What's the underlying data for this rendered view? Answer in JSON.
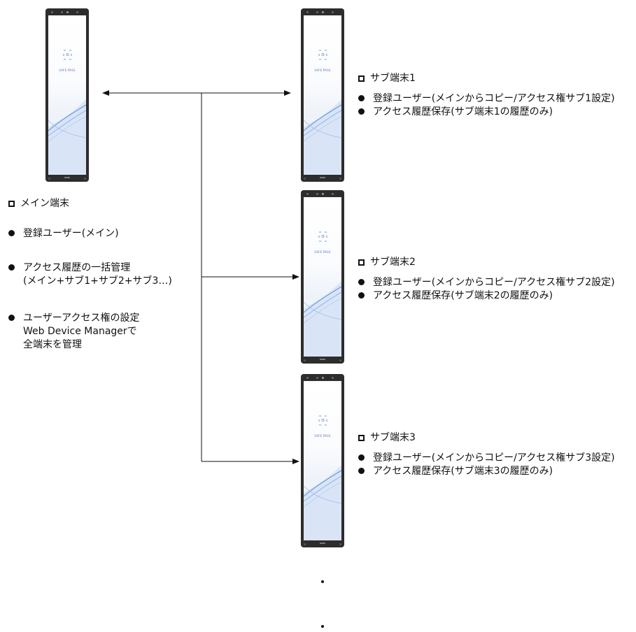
{
  "devices": [
    {
      "id": "main",
      "brand": "SAFE PASS"
    },
    {
      "id": "sub1",
      "brand": "SAFE PASS"
    },
    {
      "id": "sub2",
      "brand": "SAFE PASS"
    },
    {
      "id": "sub3",
      "brand": "SAFE PASS"
    }
  ],
  "main": {
    "title": "メイン端末",
    "items": [
      {
        "lines": [
          "登録ユーザー(メイン)"
        ]
      },
      {
        "lines": [
          "アクセス履歴の一括管理",
          "(メイン+サブ1+サブ2+サブ3…)"
        ]
      },
      {
        "lines": [
          "ユーザーアクセス権の設定",
          "Web Device Managerで",
          "全端末を管理"
        ]
      }
    ]
  },
  "sub1": {
    "title": "サブ端末1",
    "items": [
      "登録ユーザー(メインからコピー/アクセス権サブ1設定)",
      "アクセス履歴保存(サブ端末1の履歴のみ)"
    ]
  },
  "sub2": {
    "title": "サブ端末2",
    "items": [
      "登録ユーザー(メインからコピー/アクセス権サブ2設定)",
      "アクセス履歴保存(サブ端末2の履歴のみ)"
    ]
  },
  "sub3": {
    "title": "サブ端末3",
    "items": [
      "登録ユーザー(メインからコピー/アクセス権サブ3設定)",
      "アクセス履歴保存(サブ端末3の履歴のみ)"
    ]
  },
  "colors": {
    "line": "#111111",
    "device_body": "#2d2d2d",
    "wave": "#6d9be0"
  }
}
